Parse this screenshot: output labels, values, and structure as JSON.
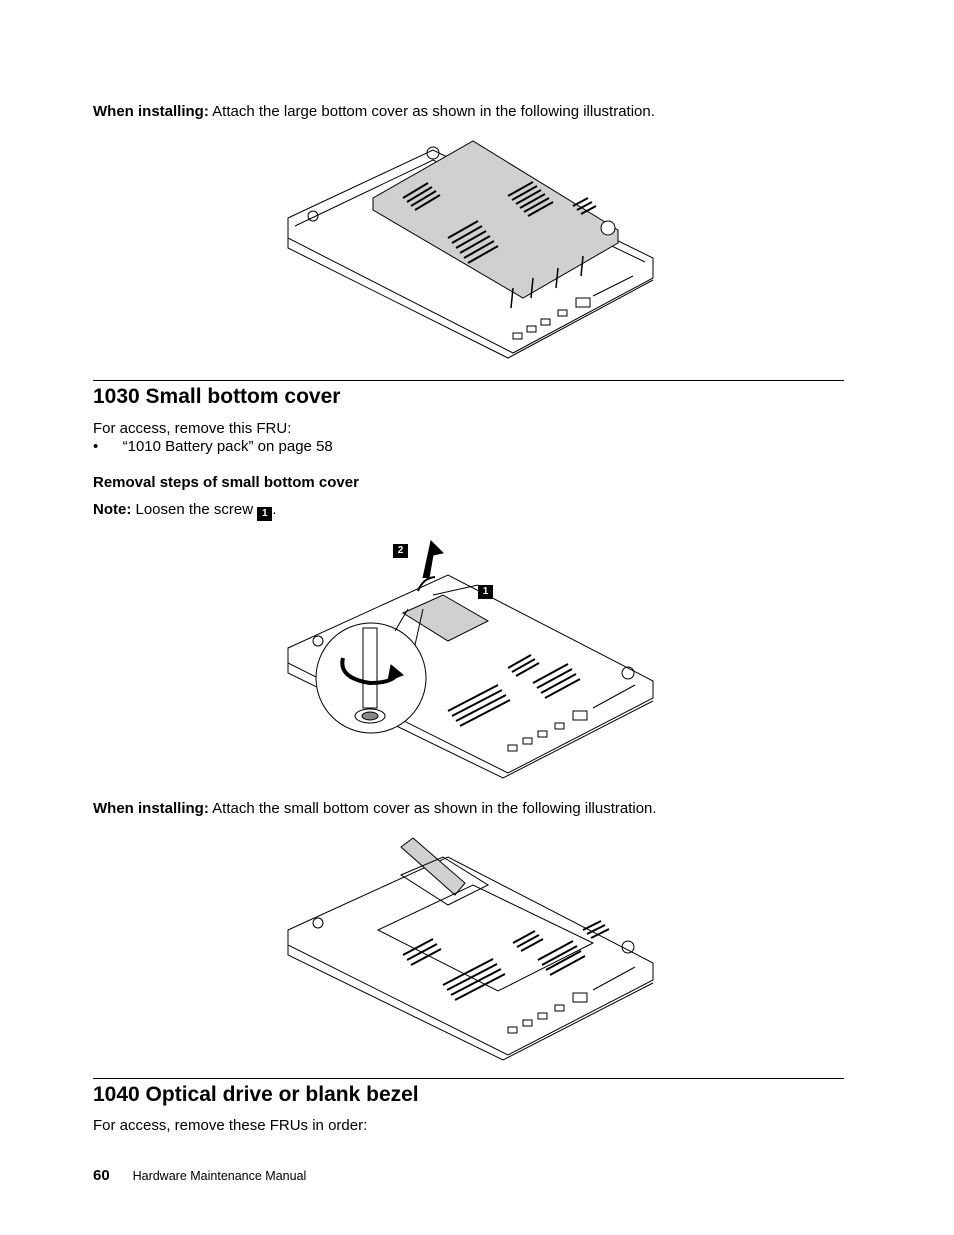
{
  "section_prev": {
    "install_label": "When installing:",
    "install_text": "Attach the large bottom cover as shown in the following illustration."
  },
  "section_1030": {
    "heading": "1030 Small bottom cover",
    "access_text": "For access, remove this FRU:",
    "bullet": "•",
    "access_item": "“1010 Battery pack” on page 58",
    "removal_heading": "Removal steps of small bottom cover",
    "note_label": "Note:",
    "note_text": "Loosen the screw",
    "note_callout": "1",
    "note_end": ".",
    "callout_1": "1",
    "callout_2": "2",
    "install_label": "When installing:",
    "install_text": "Attach the small bottom cover as shown in the following illustration."
  },
  "section_1040": {
    "heading": "1040 Optical drive or blank bezel",
    "access_text": "For access, remove these FRUs in order:"
  },
  "footer": {
    "page_number": "60",
    "manual_title": "Hardware Maintenance Manual"
  }
}
